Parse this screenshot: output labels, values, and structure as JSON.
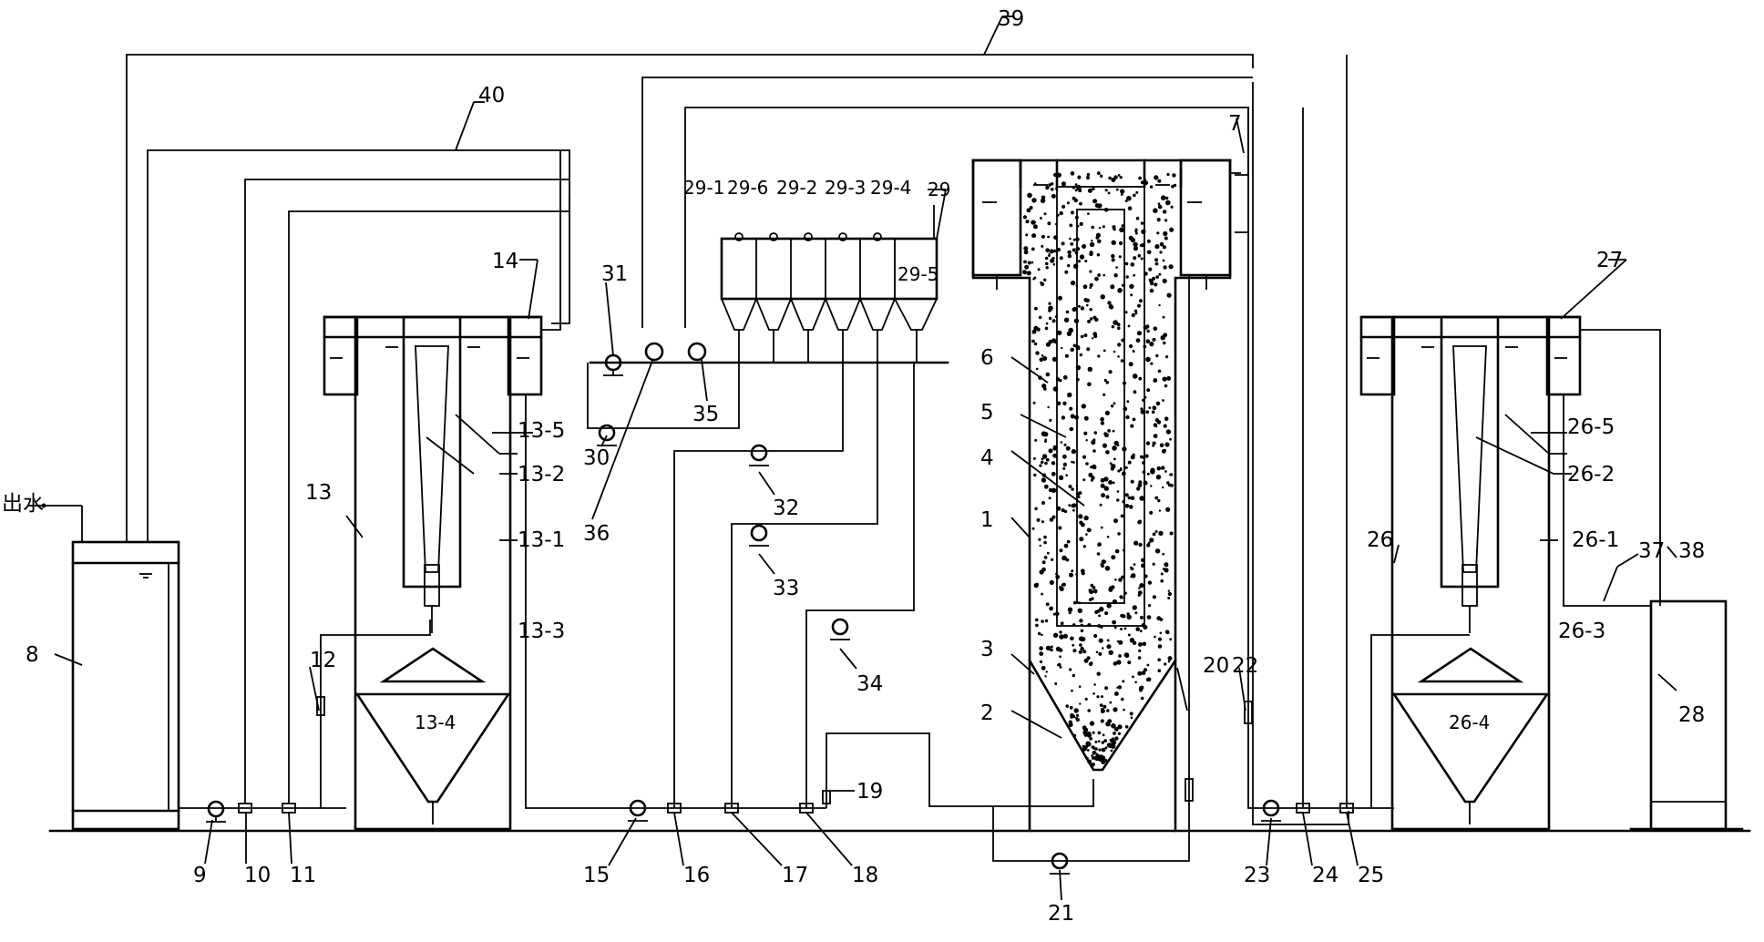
{
  "labels": {
    "l1": "1",
    "l2": "2",
    "l3": "3",
    "l4": "4",
    "l5": "5",
    "l6": "6",
    "l7": "7",
    "l8": "8",
    "l9": "9",
    "l10": "10",
    "l11": "11",
    "l12": "12",
    "l13": "13",
    "l13_1": "13-1",
    "l13_2": "13-2",
    "l13_3": "13-3",
    "l13_4": "13-4",
    "l13_5": "13-5",
    "l14": "14",
    "l15": "15",
    "l16": "16",
    "l17": "17",
    "l18": "18",
    "l19": "19",
    "l20": "20",
    "l21": "21",
    "l22": "22",
    "l23": "23",
    "l24": "24",
    "l25": "25",
    "l26": "26",
    "l26_1": "26-1",
    "l26_2": "26-2",
    "l26_3": "26-3",
    "l26_4": "26-4",
    "l26_5": "26-5",
    "l27": "27",
    "l28": "28",
    "l29": "29",
    "l29_1": "29-1",
    "l29_2": "29-2",
    "l29_3": "29-3",
    "l29_4": "29-4",
    "l29_5": "29-5",
    "l29_6": "29-6",
    "l30": "30",
    "l31": "31",
    "l32": "32",
    "l33": "33",
    "l34": "34",
    "l35": "35",
    "l36": "36",
    "l37": "37",
    "l38": "38",
    "l39": "39",
    "l40": "40",
    "outlet": "出水"
  }
}
